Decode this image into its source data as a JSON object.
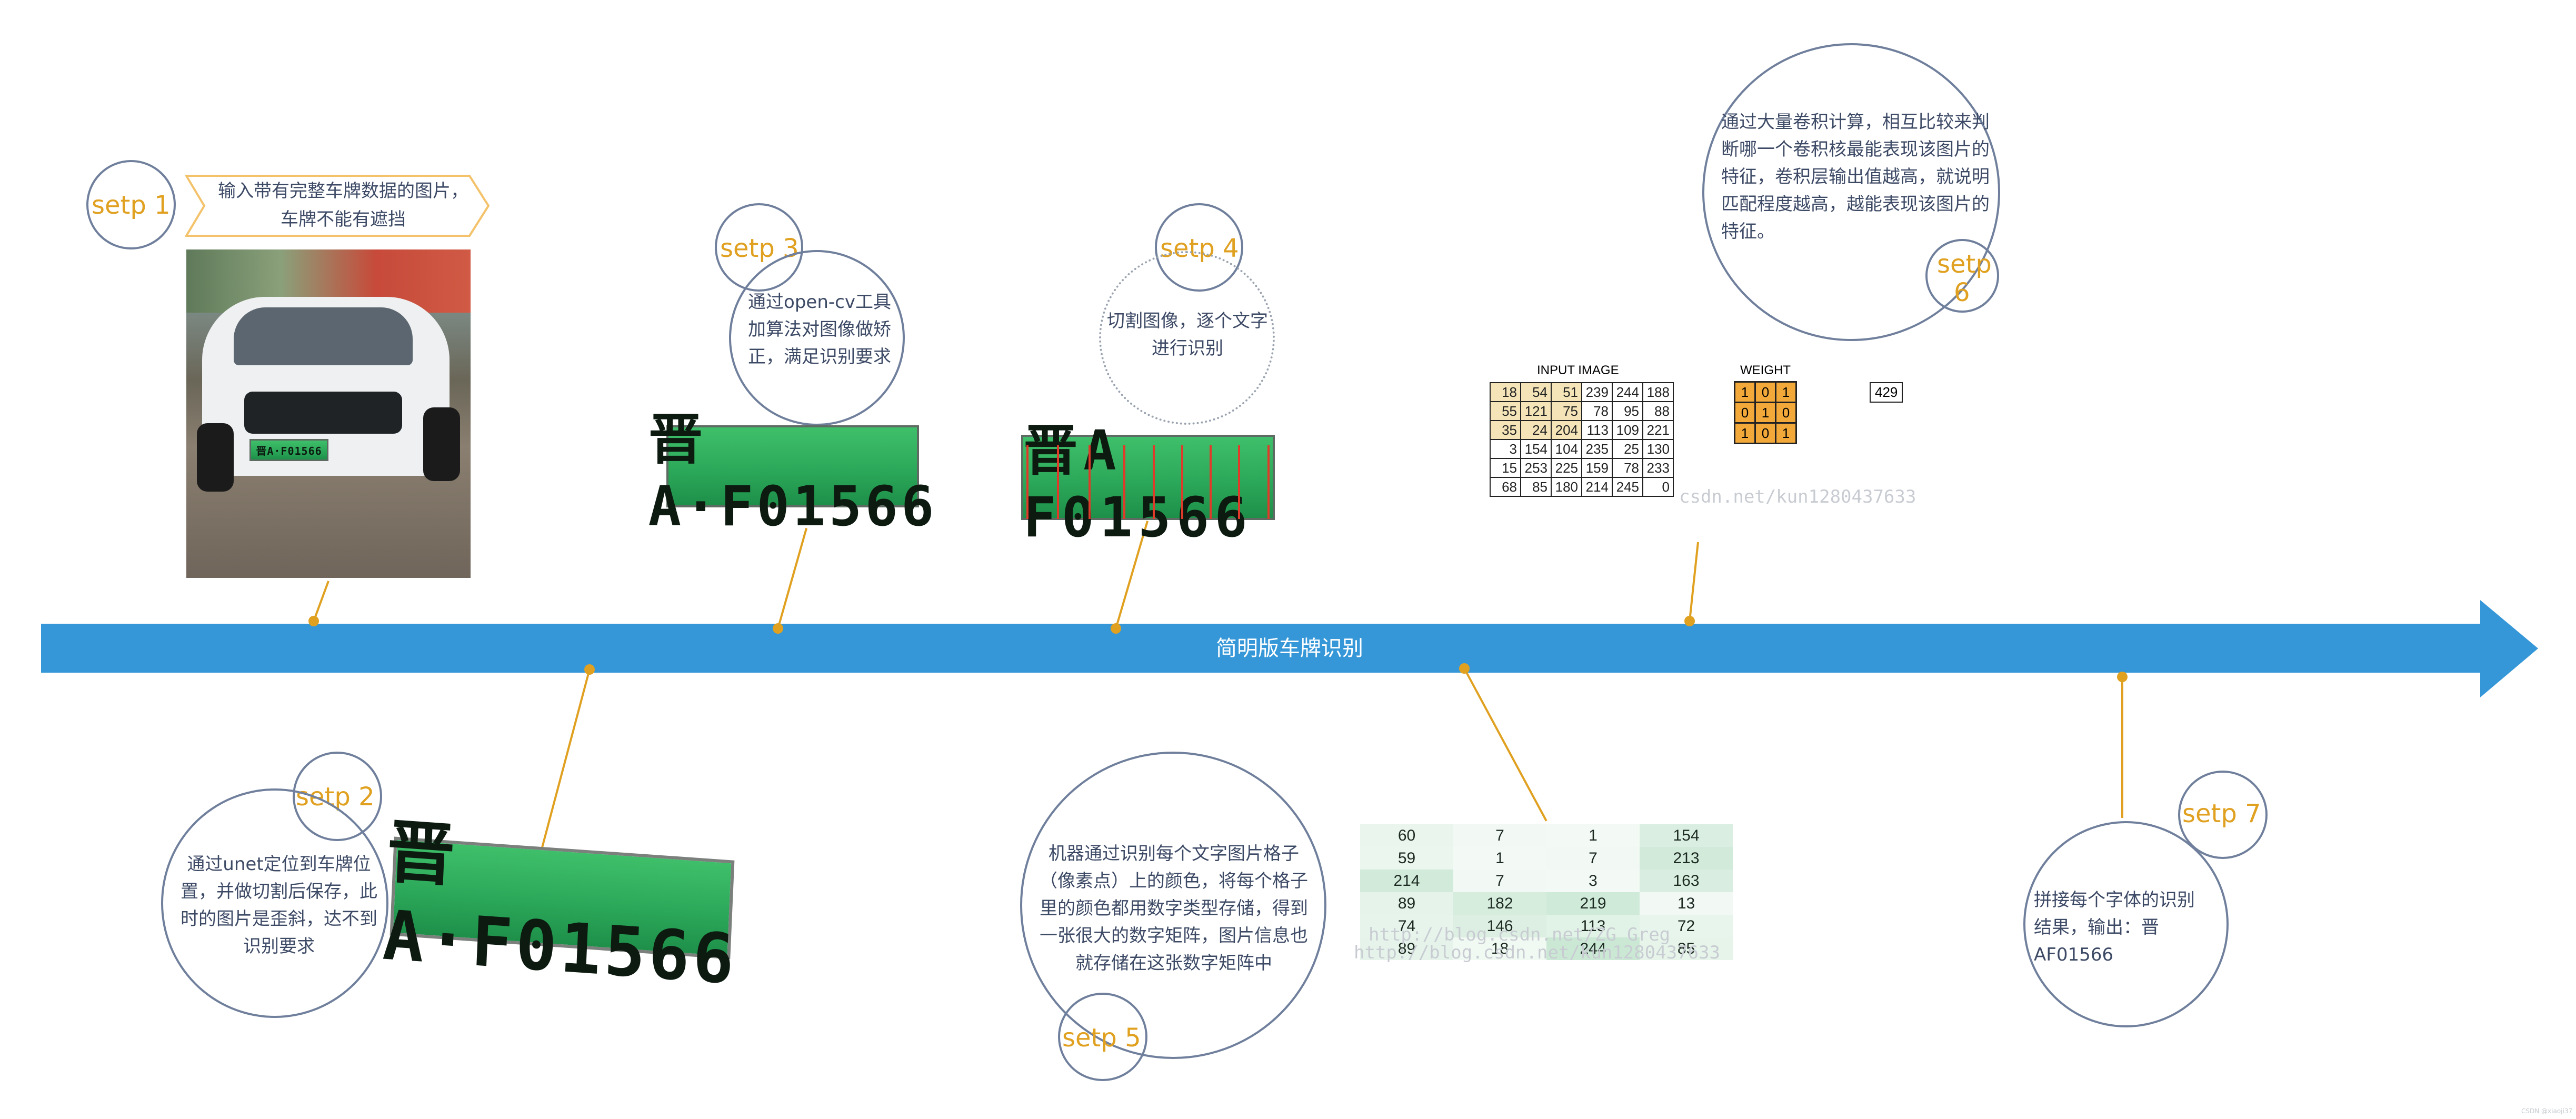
{
  "timeline": {
    "title": "简明版车牌识别",
    "color": "#3597d8"
  },
  "accent_color": "#e0a020",
  "step1": {
    "label": "setp 1",
    "callout_line1": "输入带有完整车牌数据的图片，",
    "callout_line2": "车牌不能有遮挡",
    "plate": "晋A·F01566"
  },
  "step2": {
    "label": "setp 2",
    "text": "通过unet定位到车牌位置，并做切割后保存，此时的图片是歪斜，达不到识别要求",
    "plate": "晋A·F01566"
  },
  "step3": {
    "label": "setp 3",
    "text": "通过open-cv工具加算法对图像做矫正，满足识别要求",
    "plate": "晋A·F01566"
  },
  "step4": {
    "label": "setp 4",
    "text": "切割图像，逐个文字进行识别",
    "plate": "晋A F01566"
  },
  "step5": {
    "label": "setp 5",
    "text": "机器通过识别每个文字图片格子（像素点）上的颜色，将每个格子里的颜色都用数字类型存储，得到一张很大的数字矩阵，图片信息也就存储在这张数字矩阵中",
    "matrix": [
      [
        "60",
        "7",
        "1",
        "154"
      ],
      [
        "59",
        "1",
        "7",
        "213"
      ],
      [
        "214",
        "7",
        "3",
        "163"
      ],
      [
        "89",
        "182",
        "219",
        "13"
      ],
      [
        "74",
        "146",
        "113",
        "72"
      ],
      [
        "89",
        "18",
        "244",
        "85"
      ]
    ]
  },
  "step6": {
    "label_line1": "setp",
    "label_line2": "6",
    "text": "通过大量卷积计算，相互比较来判断哪一个卷积核最能表现该图片的特征，卷积层输出值越高，就说明匹配程度越高，越能表现该图片的特征。",
    "input_title": "INPUT IMAGE",
    "weight_title": "WEIGHT",
    "output": "429",
    "input": [
      [
        "18",
        "54",
        "51",
        "239",
        "244",
        "188"
      ],
      [
        "55",
        "121",
        "75",
        "78",
        "95",
        "88"
      ],
      [
        "35",
        "24",
        "204",
        "113",
        "109",
        "221"
      ],
      [
        "3",
        "154",
        "104",
        "235",
        "25",
        "130"
      ],
      [
        "15",
        "253",
        "225",
        "159",
        "78",
        "233"
      ],
      [
        "68",
        "85",
        "180",
        "214",
        "245",
        "0"
      ]
    ],
    "weight": [
      [
        "1",
        "0",
        "1"
      ],
      [
        "0",
        "1",
        "0"
      ],
      [
        "1",
        "0",
        "1"
      ]
    ],
    "watermark": "csdn.net/kun1280437633"
  },
  "step7": {
    "label": "setp 7",
    "text": "拼接每个字体的识别结果，输出：晋AF01566"
  },
  "watermarks": {
    "step5_a": "http://blog.csdn.net/kun1280437633",
    "step5_b": "http://blog.csdn.net/ZG Greg",
    "corner": "CSDN @xiaoji37"
  }
}
